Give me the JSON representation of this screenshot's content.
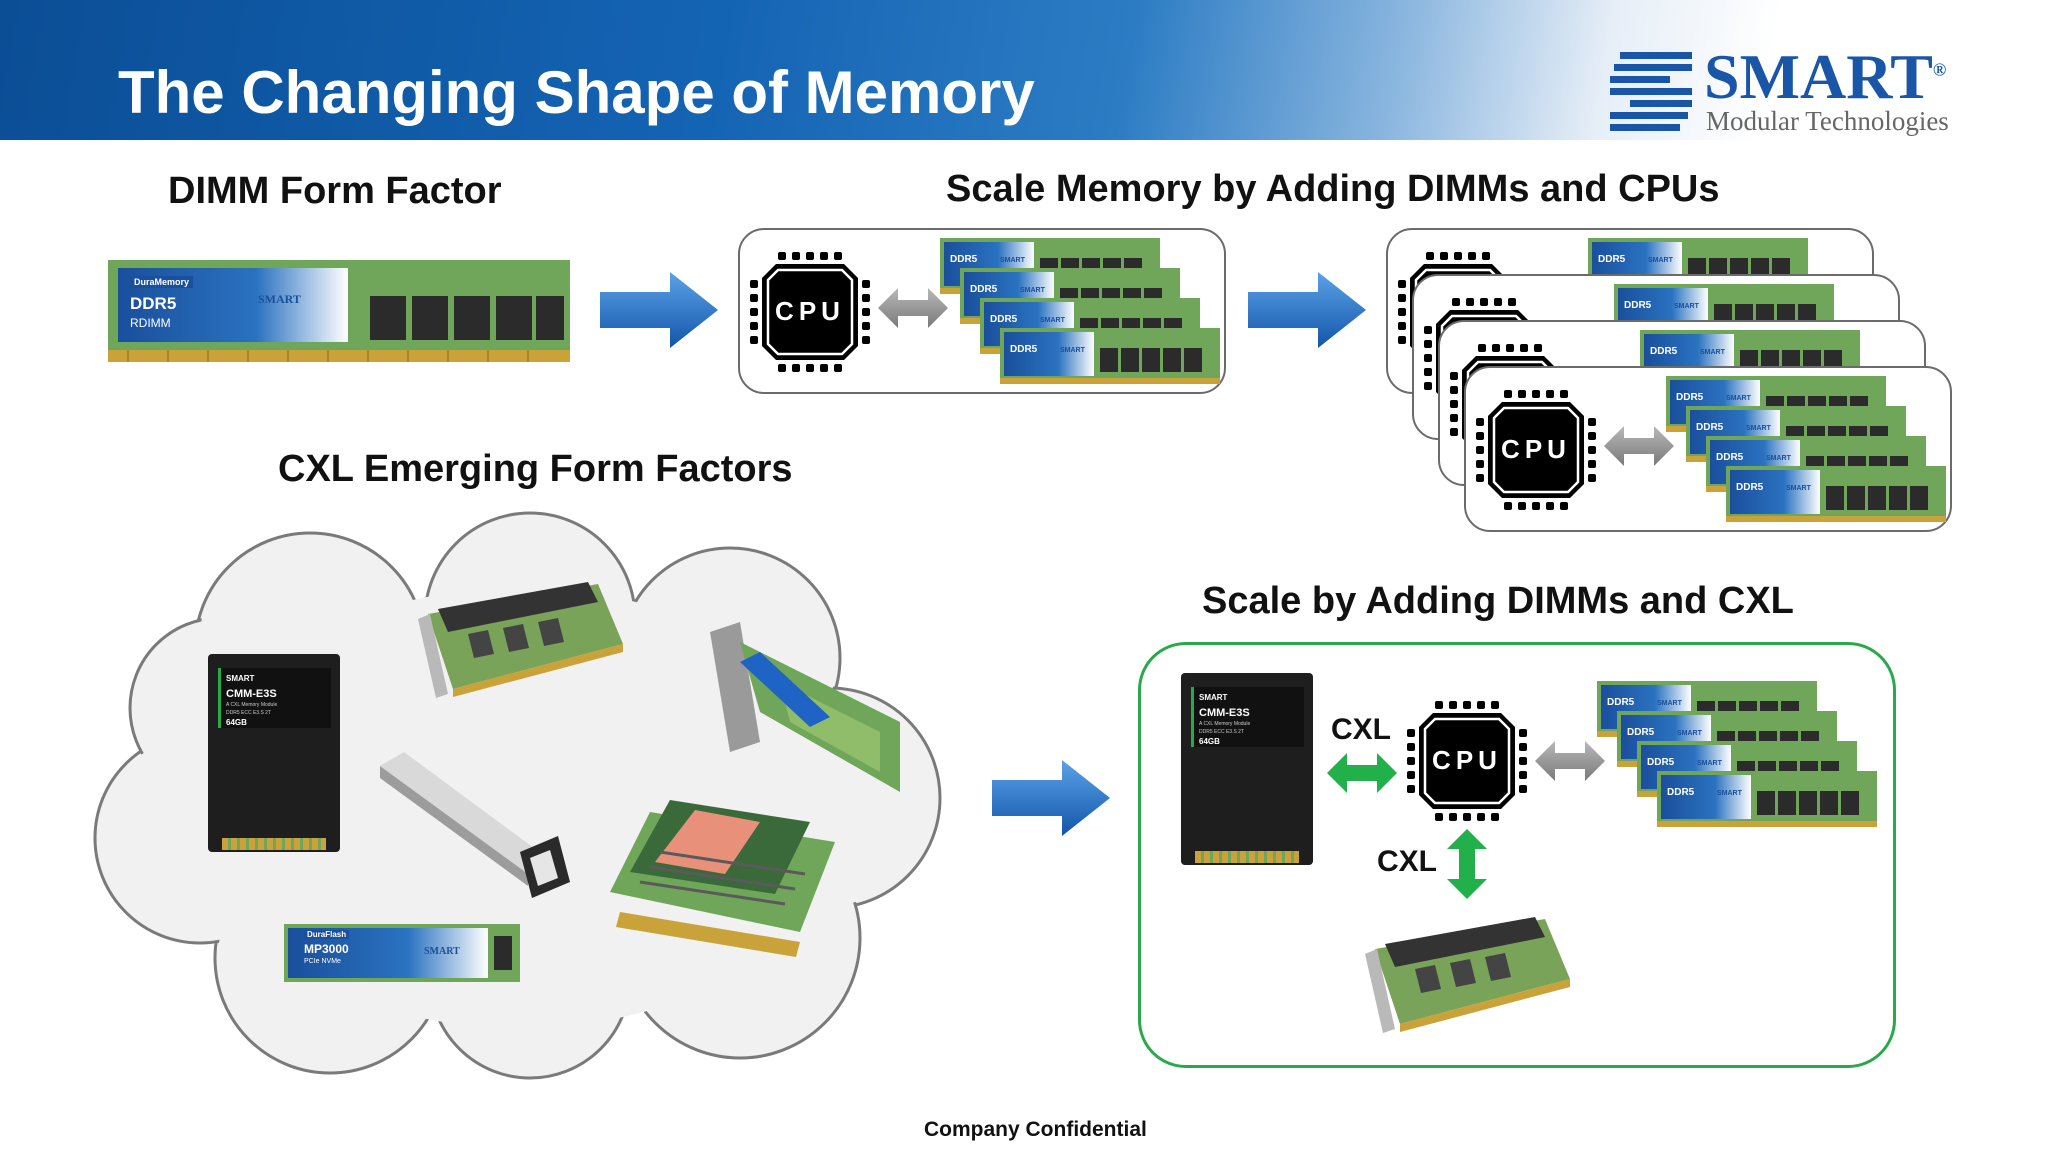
{
  "header": {
    "title": "The Changing Shape of Memory"
  },
  "logo": {
    "name": "SMART",
    "registered": "®",
    "subtitle": "Modular Technologies"
  },
  "sections": {
    "dimm_form_factor": "DIMM Form Factor",
    "scale_cpus": "Scale Memory by Adding DIMMs and CPUs",
    "cxl_emerging": "CXL Emerging Form Factors",
    "scale_cxl": "Scale by Adding DIMMs and CXL"
  },
  "cpu_label": "CPU",
  "cxl_labels": {
    "horizontal": "CXL",
    "vertical": "CXL"
  },
  "dimm_module": {
    "brand": "DuraMemory",
    "type": "DDR5",
    "sub": "RDIMM",
    "vendor": "SMART"
  },
  "cmm_module": {
    "brand": "SMART",
    "name": "CMM-E3S",
    "desc": "A CXL Memory Module",
    "spec": "DDR5 ECC E3.S 2T",
    "capacity": "64GB"
  },
  "ssd_module": {
    "brand": "DuraFlash",
    "name": "MP3000",
    "desc": "PCIe NVMe",
    "vendor": "SMART"
  },
  "footer": {
    "confidential": "Company Confidential"
  },
  "colors": {
    "header_blue": "#0b4e96",
    "arrow_blue": "#1f6dc6",
    "cxl_green": "#22b04b",
    "panel_green": "#2aa84a",
    "pcb_green": "#6fa65a"
  }
}
